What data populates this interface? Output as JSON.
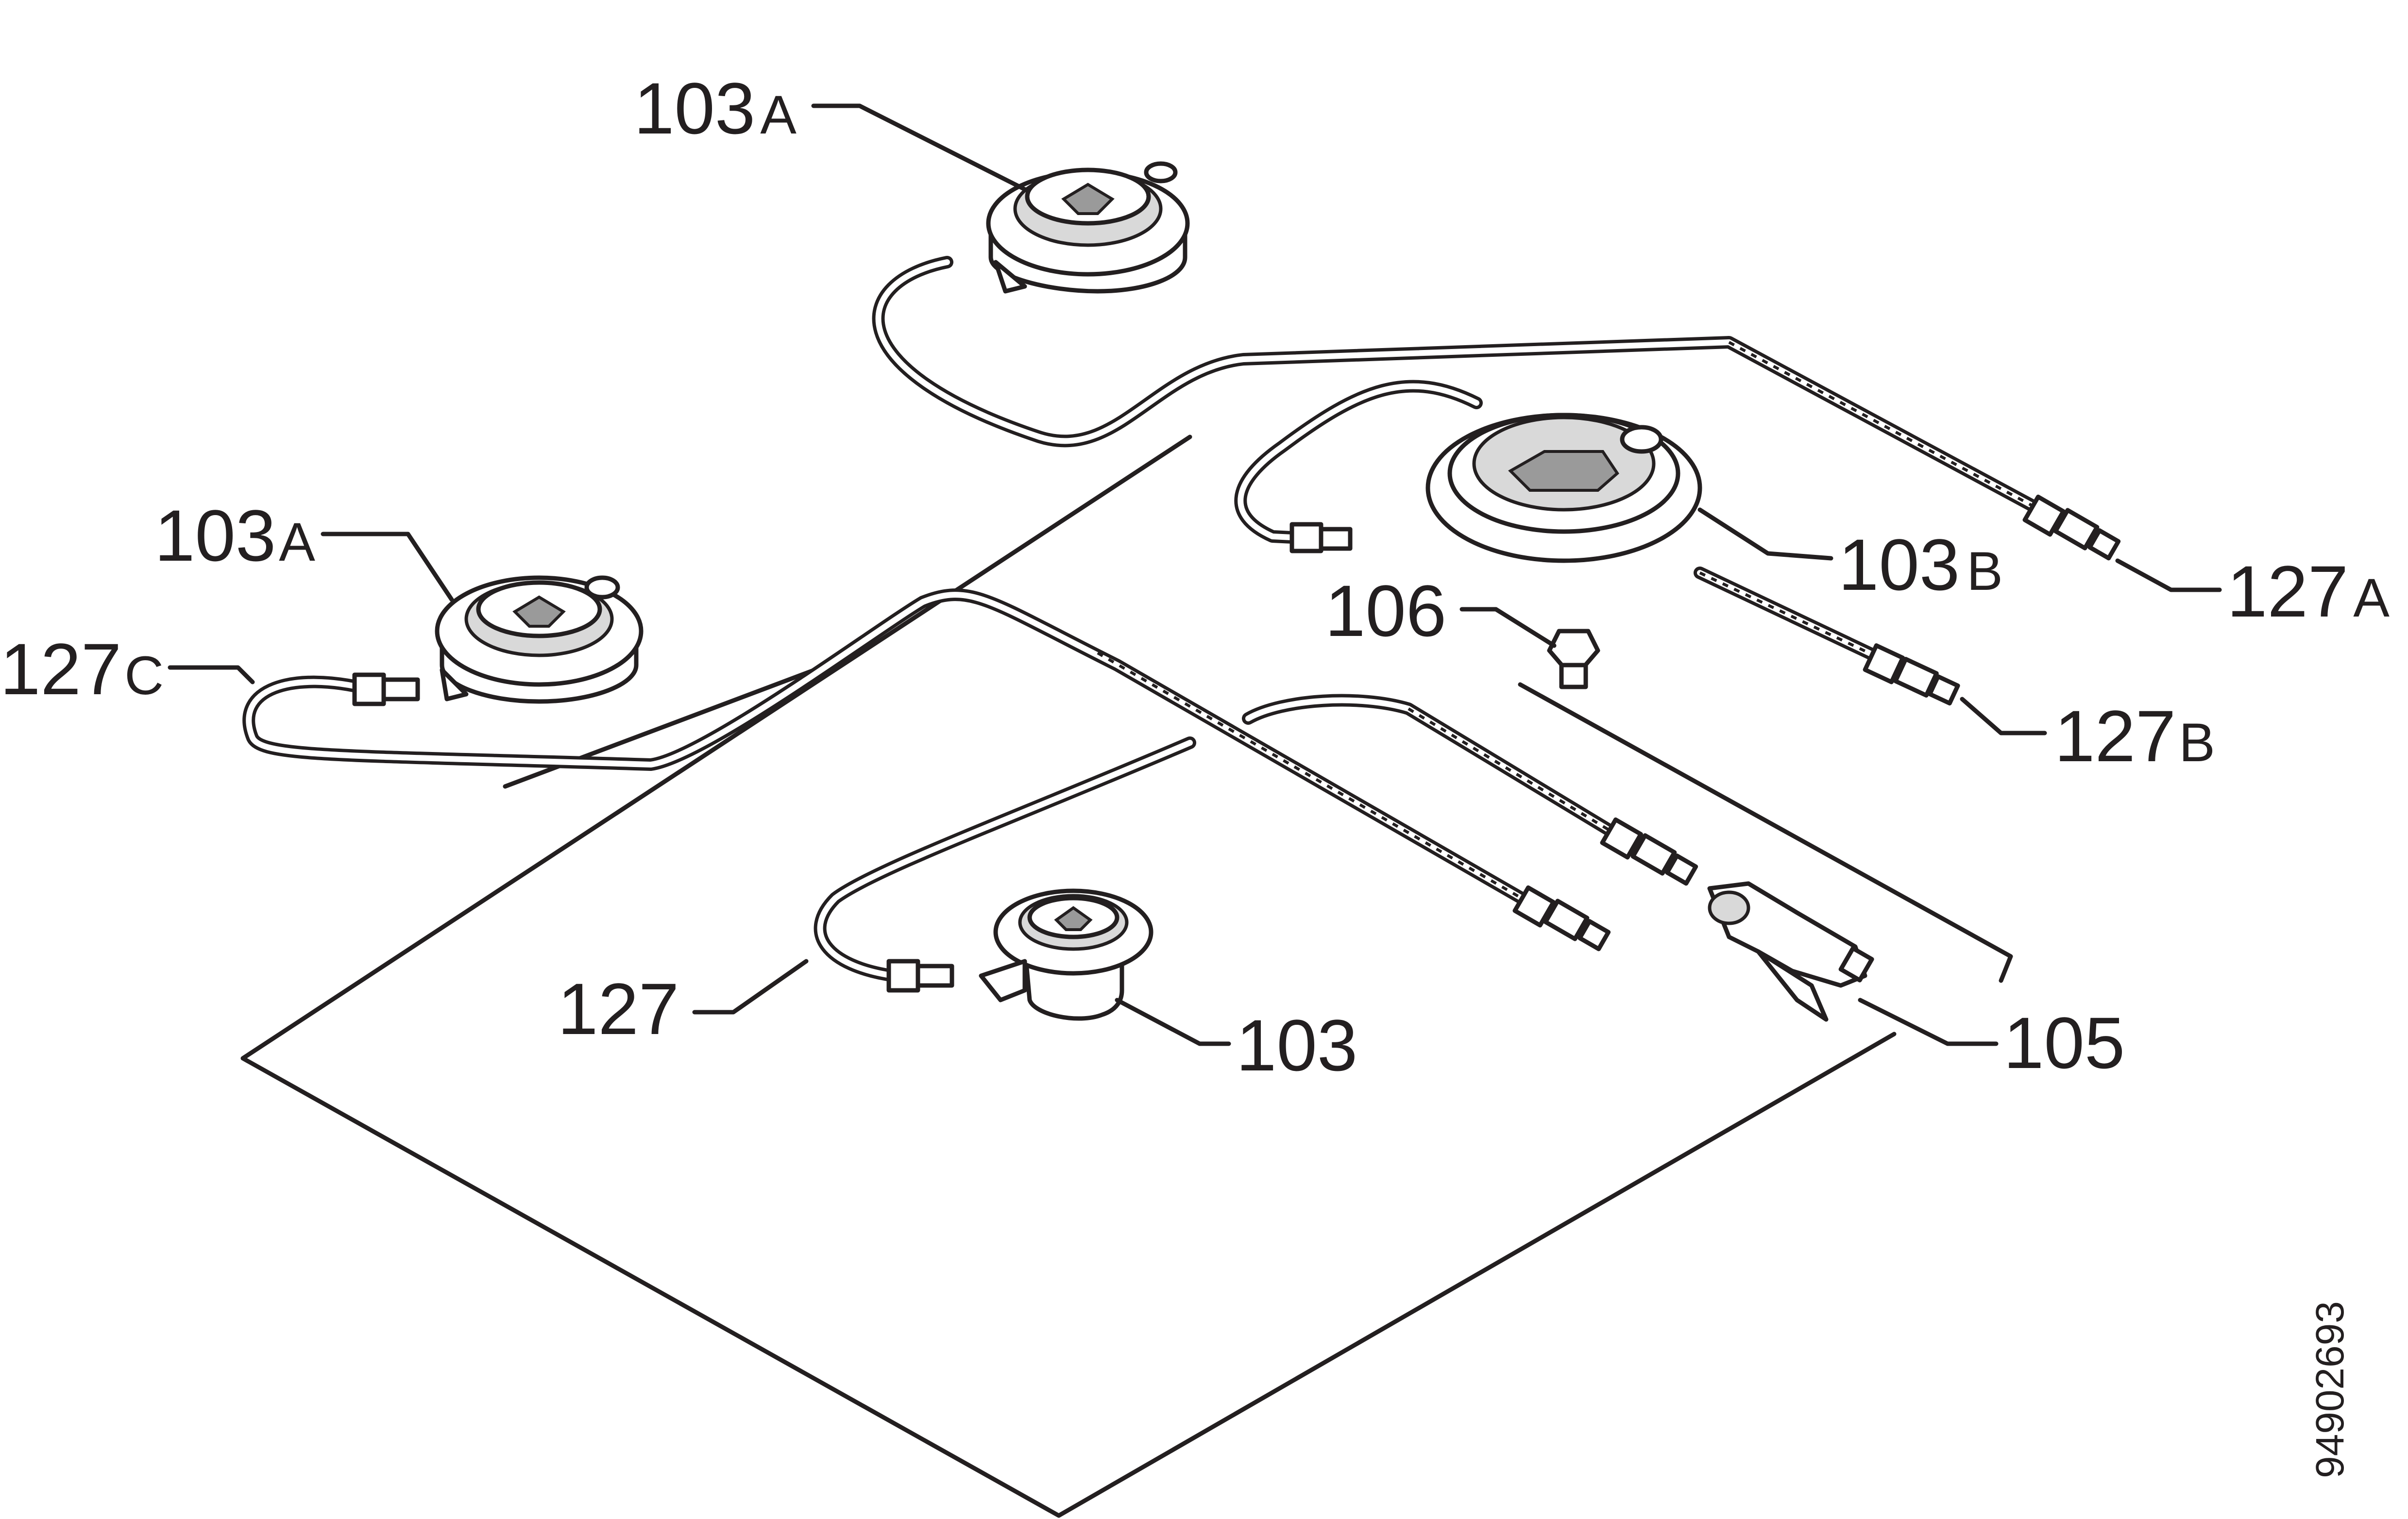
{
  "labels": {
    "burner_top": {
      "number": "103",
      "suffix": "A"
    },
    "burner_left": {
      "number": "103",
      "suffix": "A"
    },
    "burner_large": {
      "number": "103",
      "suffix": "B"
    },
    "burner_small": {
      "number": "103",
      "suffix": ""
    },
    "pipe_top": {
      "number": "127",
      "suffix": "A"
    },
    "pipe_mid": {
      "number": "127",
      "suffix": "B"
    },
    "pipe_left": {
      "number": "127",
      "suffix": "C"
    },
    "pipe_small": {
      "number": "127",
      "suffix": ""
    },
    "injector": {
      "number": "106"
    },
    "valve": {
      "number": "105"
    }
  },
  "drawing_code": "94902693",
  "colors": {
    "ink": "#231f20",
    "background": "#ffffff"
  }
}
